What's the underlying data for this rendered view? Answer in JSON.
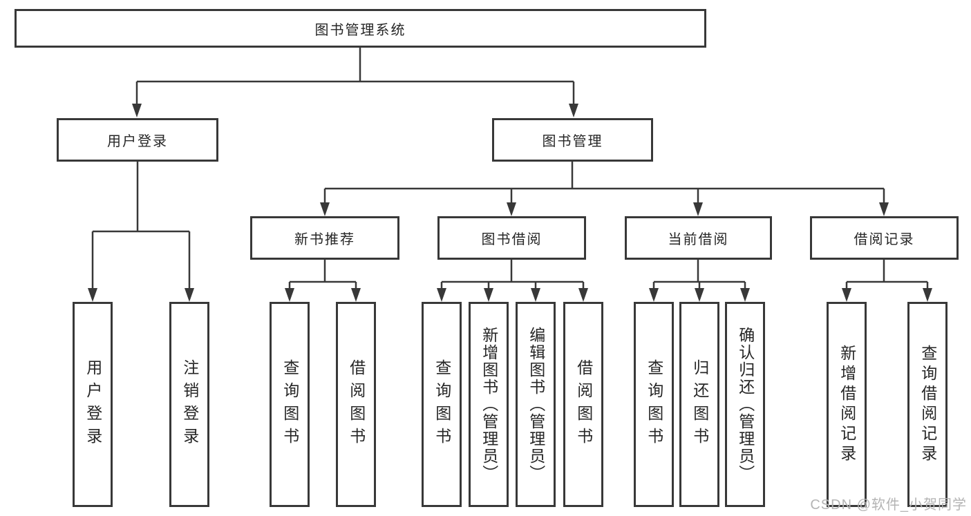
{
  "diagram": {
    "type": "hierarchy-chart",
    "root": {
      "label": "图书管理系统"
    },
    "level2": [
      {
        "id": "user-login",
        "label": "用户登录"
      },
      {
        "id": "book-management",
        "label": "图书管理"
      }
    ],
    "level3": [
      {
        "id": "new-book-recommend",
        "parent": "book-management",
        "label": "新书推荐"
      },
      {
        "id": "book-borrow",
        "parent": "book-management",
        "label": "图书借阅"
      },
      {
        "id": "current-borrow",
        "parent": "book-management",
        "label": "当前借阅"
      },
      {
        "id": "borrow-records",
        "parent": "book-management",
        "label": "借阅记录"
      }
    ],
    "leaves": [
      {
        "parent": "user-login",
        "label": "用户登录"
      },
      {
        "parent": "user-login",
        "label": "注销登录"
      },
      {
        "parent": "new-book-recommend",
        "label": "查询图书"
      },
      {
        "parent": "new-book-recommend",
        "label": "借阅图书"
      },
      {
        "parent": "book-borrow",
        "label": "查询图书"
      },
      {
        "parent": "book-borrow",
        "label": "新增图书（管理员）"
      },
      {
        "parent": "book-borrow",
        "label": "编辑图书（管理员）"
      },
      {
        "parent": "book-borrow",
        "label": "借阅图书"
      },
      {
        "parent": "current-borrow",
        "label": "查询图书"
      },
      {
        "parent": "current-borrow",
        "label": "归还图书"
      },
      {
        "parent": "current-borrow",
        "label": "确认归还（管理员）"
      },
      {
        "parent": "borrow-records",
        "label": "新增借阅记录"
      },
      {
        "parent": "borrow-records",
        "label": "查询借阅记录"
      }
    ],
    "watermark": "CSDN @软件_小贺同学",
    "colors": {
      "line": "#383838",
      "text": "#262626",
      "background": "#ffffff",
      "watermark": "#b4b4b4"
    }
  }
}
